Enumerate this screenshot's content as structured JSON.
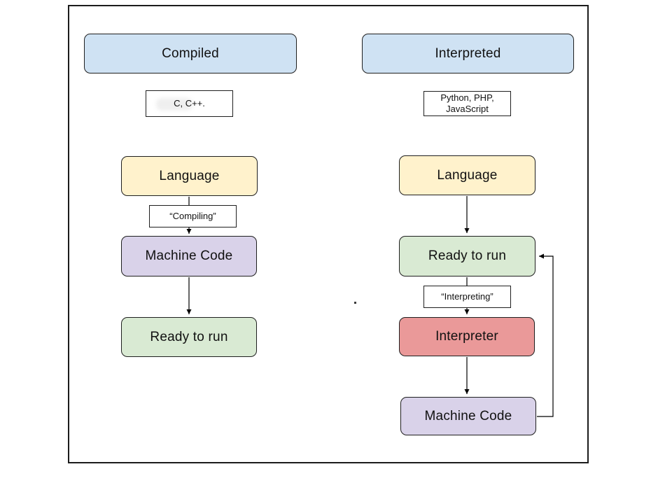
{
  "title": "Compiled vs Interpreted language flow diagram",
  "colors": {
    "header_fill": "#cfe2f3",
    "language_fill": "#fff2cc",
    "machine_code_fill": "#d9d2e9",
    "ready_fill": "#d9ead3",
    "interpreter_fill": "#ea9999",
    "label_box_fill": "#ffffff",
    "border": "#1f1f1f",
    "arrow": "#000000"
  },
  "left": {
    "header": "Compiled",
    "examples": "C, C++.",
    "process_label": "“Compiling”",
    "nodes": {
      "language": "Language",
      "machine_code": "Machine Code",
      "ready": "Ready to run"
    }
  },
  "right": {
    "header": "Interpreted",
    "examples_line1": "Python, PHP,",
    "examples_line2": "JavaScript",
    "process_label": "“Interpreting”",
    "nodes": {
      "language": "Language",
      "ready": "Ready to run",
      "interpreter": "Interpreter",
      "machine_code": "Machine Code"
    }
  }
}
